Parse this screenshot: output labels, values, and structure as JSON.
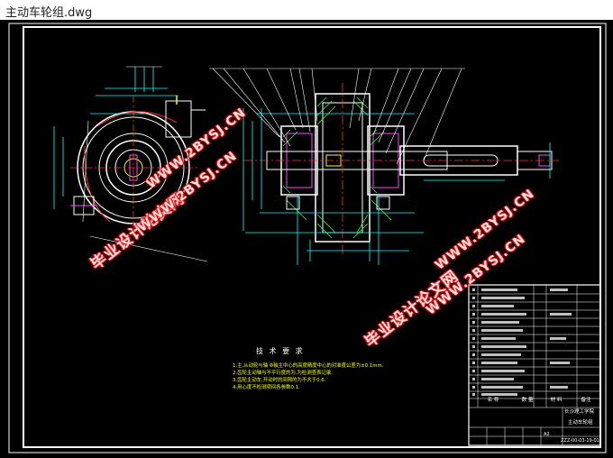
{
  "window": {
    "title": "主动车轮组.dwg"
  },
  "drawing": {
    "notes_heading": "技 术 要 求",
    "notes": [
      "1.主,从动轮与轴 Φ轴主中心的高度精度中心的对准度公差为±0.1mm.",
      "2.齿轮主动轴与不平行度的为,为检测查表记录.",
      "3.齿轮主动车,开动时的间隙的为不大于0.6.",
      "4.用心度不检测项间各参数0.1."
    ],
    "watermark": {
      "text_cn": "毕业设计论文网",
      "text_url": "WWW.2BYSJ.CN",
      "color": "#ff0000"
    },
    "title_block": {
      "header_labels": [
        "名 称",
        "数 量",
        "材 料",
        "备注"
      ],
      "school": "长沙理工学院",
      "part_name": "主动车轮组",
      "drawing_no": "ZZZ-00-03-19-01",
      "sheet": "A2"
    },
    "colors": {
      "background": "#000000",
      "primary_line": "#ffffff",
      "dimension_line": "#00ffff",
      "center_line": "#ff3030",
      "hatch": "#33ff33",
      "accent": "#ffff00",
      "magenta": "#ff40ff"
    }
  }
}
